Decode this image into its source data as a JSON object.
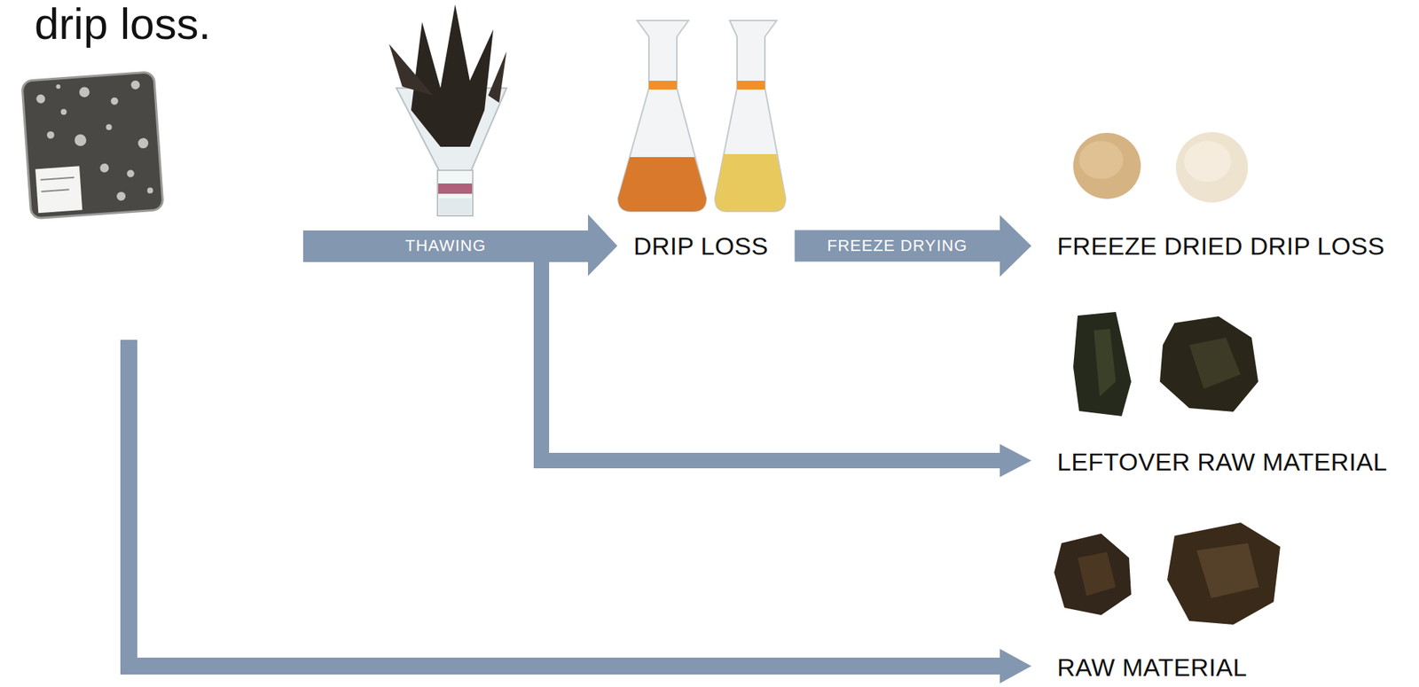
{
  "diagram": {
    "title": "drip loss.",
    "nodes": [
      {
        "text": [
          "DRIP LOSS"
        ]
      },
      {
        "text": [
          "FREEZE DRIED DRIP LOSS"
        ]
      },
      {
        "text": [
          "LEFTOVER RAW MATERIAL"
        ]
      },
      {
        "text": [
          "RAW MATERIAL"
        ]
      }
    ],
    "edges": [
      {
        "from": 0,
        "to": 1,
        "label": "FREEZE DRYING",
        "arrow": "to"
      }
    ],
    "labels": [
      "THAWING"
    ]
  }
}
